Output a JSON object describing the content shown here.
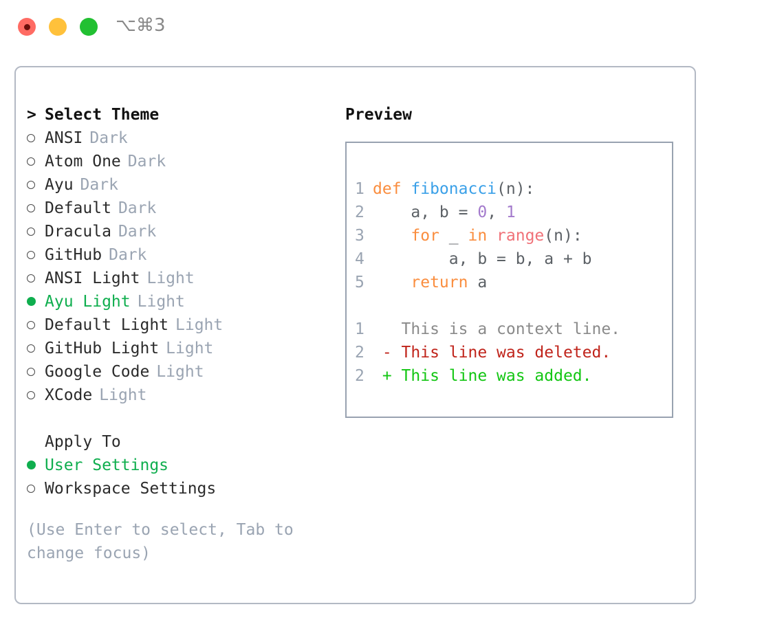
{
  "titlebar": {
    "shortcut": "⌥⌘3",
    "dots": [
      {
        "name": "close-dot",
        "color": "#ff6b63",
        "recording": true
      },
      {
        "name": "minimize-dot",
        "color": "#ffc13b",
        "recording": false
      },
      {
        "name": "maximize-dot",
        "color": "#22c032",
        "recording": false
      }
    ]
  },
  "theme_picker": {
    "header": {
      "prefix": ">",
      "label": "Select Theme"
    },
    "items": [
      {
        "marker": "o",
        "selected": false,
        "name": "ANSI",
        "variant": "Dark"
      },
      {
        "marker": "o",
        "selected": false,
        "name": "Atom One",
        "variant": "Dark"
      },
      {
        "marker": "o",
        "selected": false,
        "name": "Ayu",
        "variant": "Dark"
      },
      {
        "marker": "o",
        "selected": false,
        "name": "Default",
        "variant": "Dark"
      },
      {
        "marker": "o",
        "selected": false,
        "name": "Dracula",
        "variant": "Dark"
      },
      {
        "marker": "o",
        "selected": false,
        "name": "GitHub",
        "variant": "Dark"
      },
      {
        "marker": "o",
        "selected": false,
        "name": "ANSI Light",
        "variant": "Light"
      },
      {
        "marker": "●",
        "selected": true,
        "name": "Ayu Light",
        "variant": "Light"
      },
      {
        "marker": "o",
        "selected": false,
        "name": "Default Light",
        "variant": "Light"
      },
      {
        "marker": "o",
        "selected": false,
        "name": "GitHub Light",
        "variant": "Light"
      },
      {
        "marker": "o",
        "selected": false,
        "name": "Google Code",
        "variant": "Light"
      },
      {
        "marker": "o",
        "selected": false,
        "name": "XCode",
        "variant": "Light"
      }
    ]
  },
  "apply_to": {
    "header": "Apply To",
    "items": [
      {
        "marker": "●",
        "selected": true,
        "label": "User Settings"
      },
      {
        "marker": "o",
        "selected": false,
        "label": "Workspace Settings"
      }
    ]
  },
  "hint": "(Use Enter to select, Tab to change focus)",
  "preview": {
    "title": "Preview",
    "code_lines": [
      {
        "num": "1",
        "tokens": [
          {
            "text": "def ",
            "type": "kw"
          },
          {
            "text": "fibonacci",
            "type": "fn"
          },
          {
            "text": "(n):",
            "type": "punc"
          }
        ]
      },
      {
        "num": "2",
        "tokens": [
          {
            "text": "    a, b = ",
            "type": "pln"
          },
          {
            "text": "0",
            "type": "num"
          },
          {
            "text": ", ",
            "type": "pln"
          },
          {
            "text": "1",
            "type": "num"
          }
        ]
      },
      {
        "num": "3",
        "tokens": [
          {
            "text": "    ",
            "type": "pln"
          },
          {
            "text": "for",
            "type": "kw"
          },
          {
            "text": " _ ",
            "type": "pln"
          },
          {
            "text": "in",
            "type": "kw"
          },
          {
            "text": " ",
            "type": "pln"
          },
          {
            "text": "range",
            "type": "call"
          },
          {
            "text": "(n):",
            "type": "punc"
          }
        ]
      },
      {
        "num": "4",
        "tokens": [
          {
            "text": "        a, b = b, a + b",
            "type": "pln"
          }
        ]
      },
      {
        "num": "5",
        "tokens": [
          {
            "text": "    ",
            "type": "pln"
          },
          {
            "text": "return",
            "type": "kw"
          },
          {
            "text": " a",
            "type": "pln"
          }
        ]
      }
    ],
    "diff_lines": [
      {
        "num": "1",
        "marker": " ",
        "text": "This is a context line.",
        "type": "ctx"
      },
      {
        "num": "2",
        "marker": "-",
        "text": "This line was deleted.",
        "type": "del"
      },
      {
        "num": "2",
        "marker": "+",
        "text": "This line was added.",
        "type": "add"
      }
    ]
  },
  "colors": {
    "accent_green": "#0fae4e",
    "diff_add": "#13c613",
    "diff_del": "#c0241b",
    "muted": "#9aa4b2",
    "keyword": "#fa8d3e",
    "function": "#3aa0e8",
    "number": "#a37acc",
    "call": "#f07178",
    "border": "#b3b9c4"
  }
}
